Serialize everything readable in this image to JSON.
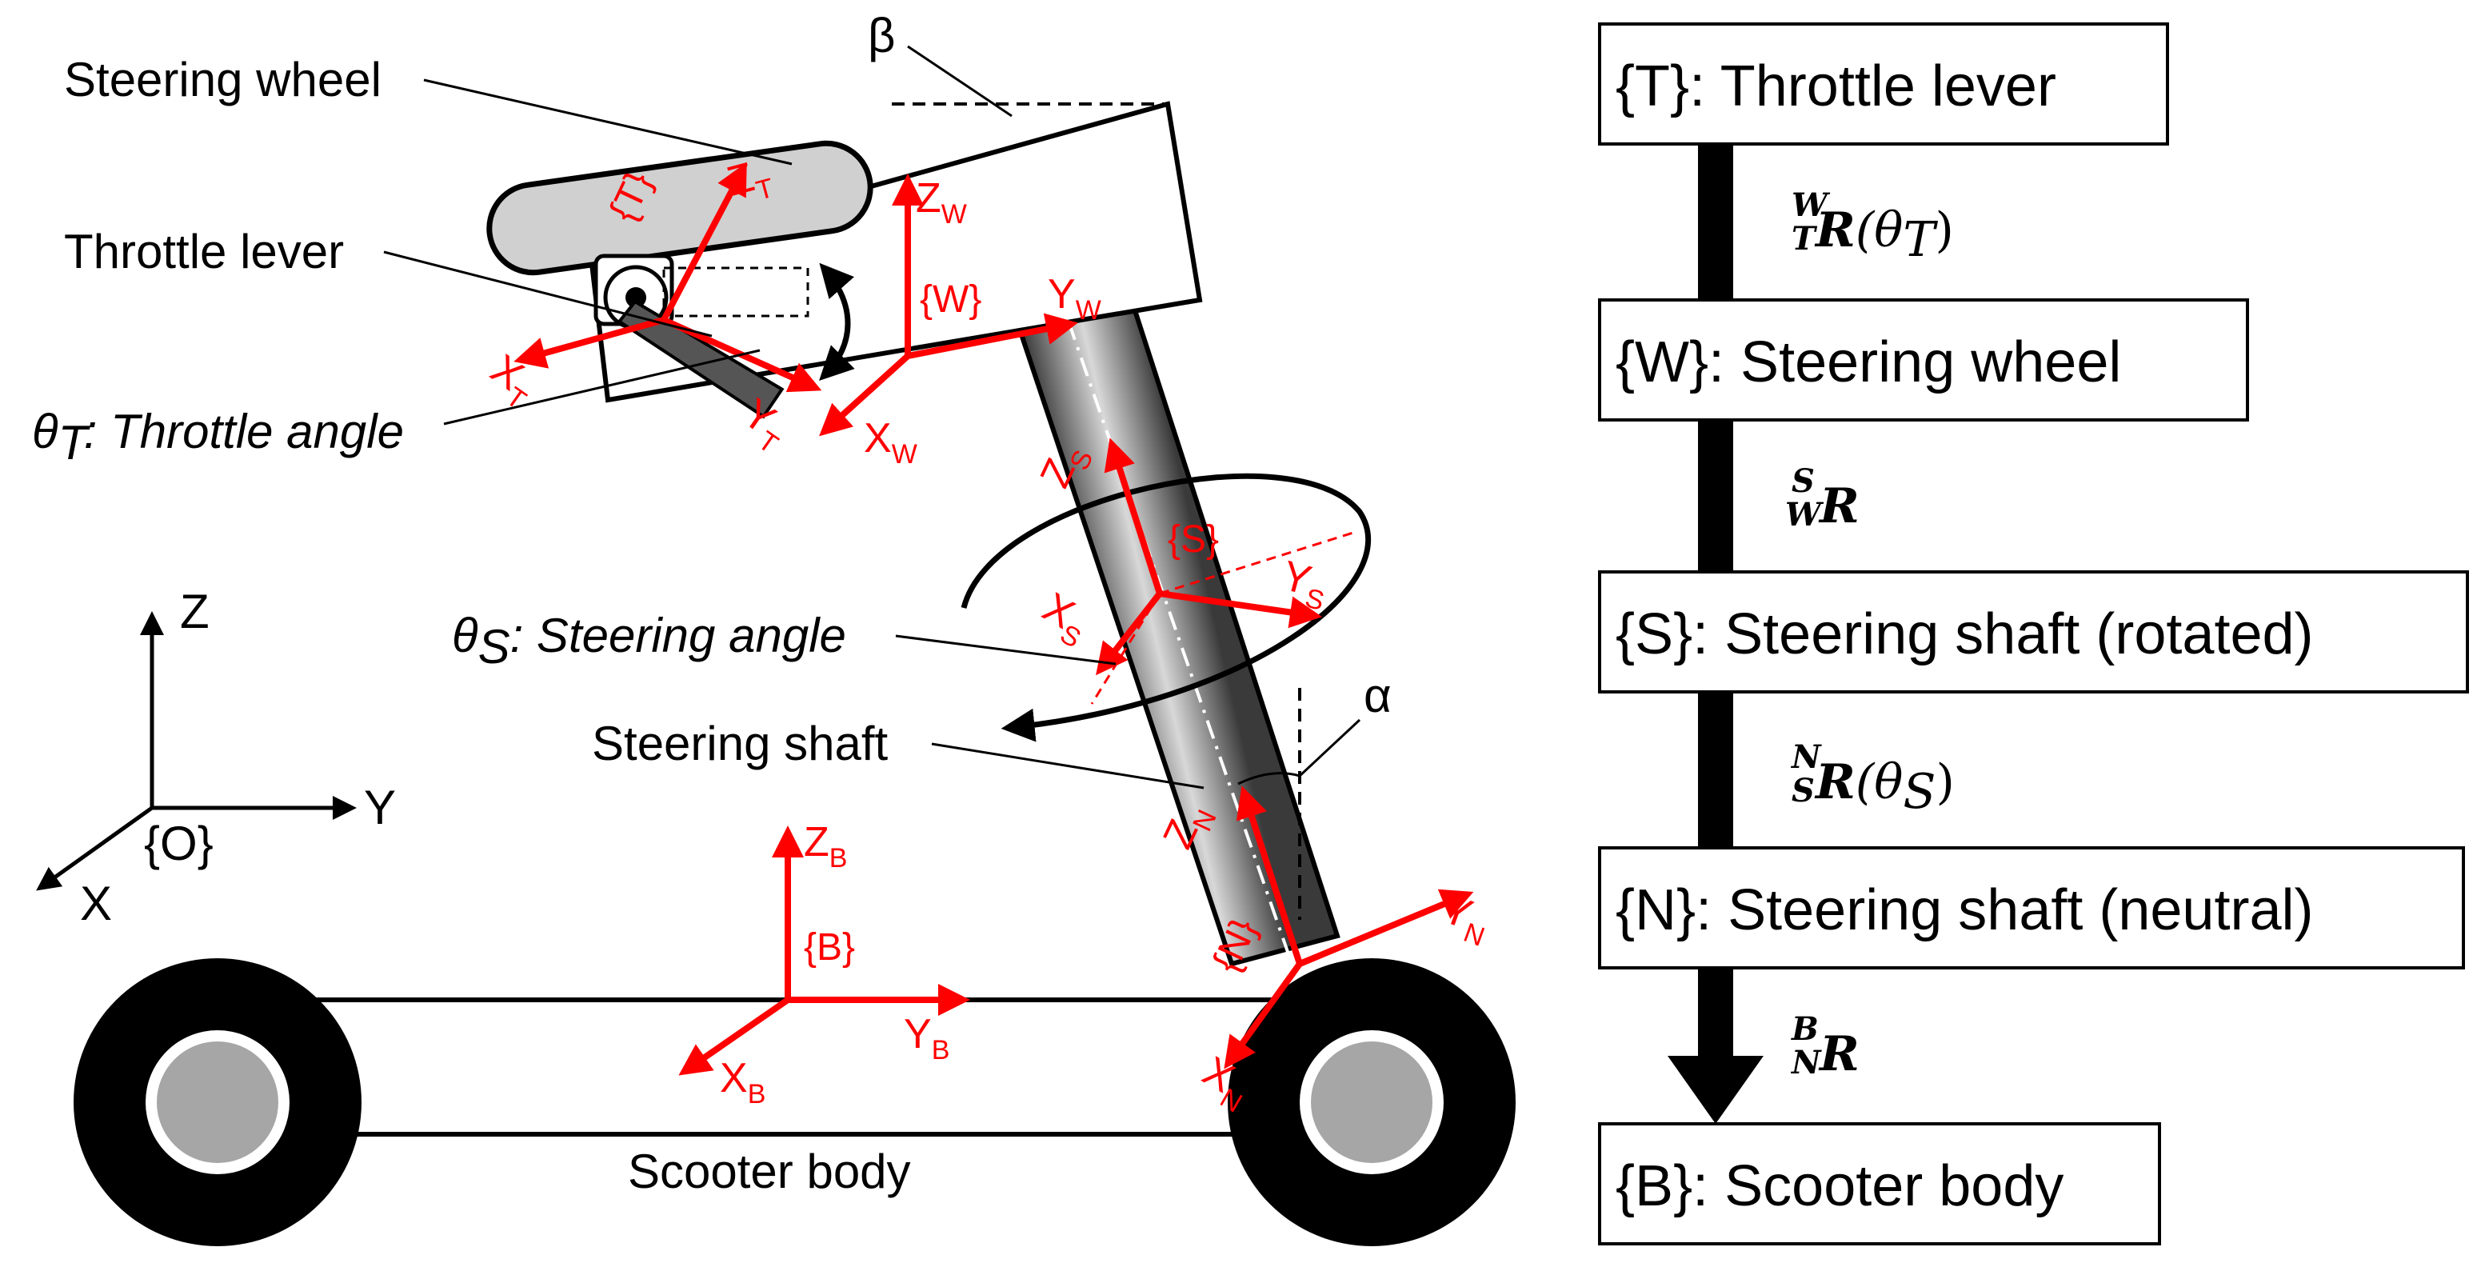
{
  "frames_chain": [
    {
      "frame": "{T}",
      "name": "Throttle lever",
      "text": "{T}: Throttle lever"
    },
    {
      "frame": "{W}",
      "name": "Steering wheel",
      "text": "{W}: Steering wheel"
    },
    {
      "frame": "{S}",
      "name": "Steering shaft (rotated)",
      "text": "{S}: Steering shaft (rotated)"
    },
    {
      "frame": "{N}",
      "name": "Steering shaft (neutral)",
      "text": "{N}: Steering shaft (neutral)"
    },
    {
      "frame": "{B}",
      "name": "Scooter body",
      "text": "{B}: Scooter body"
    }
  ],
  "rotations": [
    {
      "sup": "W",
      "sub": "T",
      "symbol": "R",
      "arg": "(θ",
      "arg_sub": "T",
      "arg_close": ")"
    },
    {
      "sup": "S",
      "sub": "W",
      "symbol": "R",
      "arg": "",
      "arg_sub": "",
      "arg_close": ""
    },
    {
      "sup": "N",
      "sub": "S",
      "symbol": "R",
      "arg": "(θ",
      "arg_sub": "S",
      "arg_close": ")"
    },
    {
      "sup": "B",
      "sub": "N",
      "symbol": "R",
      "arg": "",
      "arg_sub": "",
      "arg_close": ""
    }
  ],
  "labels": {
    "steering_wheel": "Steering wheel",
    "throttle_lever": "Throttle lever",
    "throttle_angle_sym": "θ",
    "throttle_angle_sub": "T",
    "throttle_angle_text": ": Throttle angle",
    "steering_angle_sym": "θ",
    "steering_angle_sub": "S",
    "steering_angle_text": ": Steering angle",
    "steering_shaft": "Steering shaft",
    "scooter_body": "Scooter body",
    "beta": "β",
    "alpha": "α"
  },
  "global_frame": {
    "origin": "{O}",
    "x": "X",
    "y": "Y",
    "z": "Z"
  },
  "local_frames": {
    "T": {
      "name": "{T}",
      "x": "X",
      "x_sub": "T",
      "y": "Y",
      "y_sub": "T",
      "z": "Z",
      "z_sub": "T"
    },
    "W": {
      "name": "{W}",
      "x": "X",
      "x_sub": "W",
      "y": "Y",
      "y_sub": "W",
      "z": "Z",
      "z_sub": "W"
    },
    "S": {
      "name": "{S}",
      "x": "X",
      "x_sub": "S",
      "y": "Y",
      "y_sub": "S",
      "z": "Z",
      "z_sub": "S"
    },
    "N": {
      "name": "{N}",
      "x": "X",
      "x_sub": "N",
      "y": "Y",
      "y_sub": "N",
      "z": "Z",
      "z_sub": "N"
    },
    "B": {
      "name": "{B}",
      "x": "X",
      "x_sub": "B",
      "y": "Y",
      "y_sub": "B",
      "z": "Z",
      "z_sub": "B"
    }
  },
  "colors": {
    "frame_axes": "#ff0000",
    "lines": "#000000",
    "wheel_hub": "#a6a6a6",
    "handle": "#d0d0d0"
  }
}
